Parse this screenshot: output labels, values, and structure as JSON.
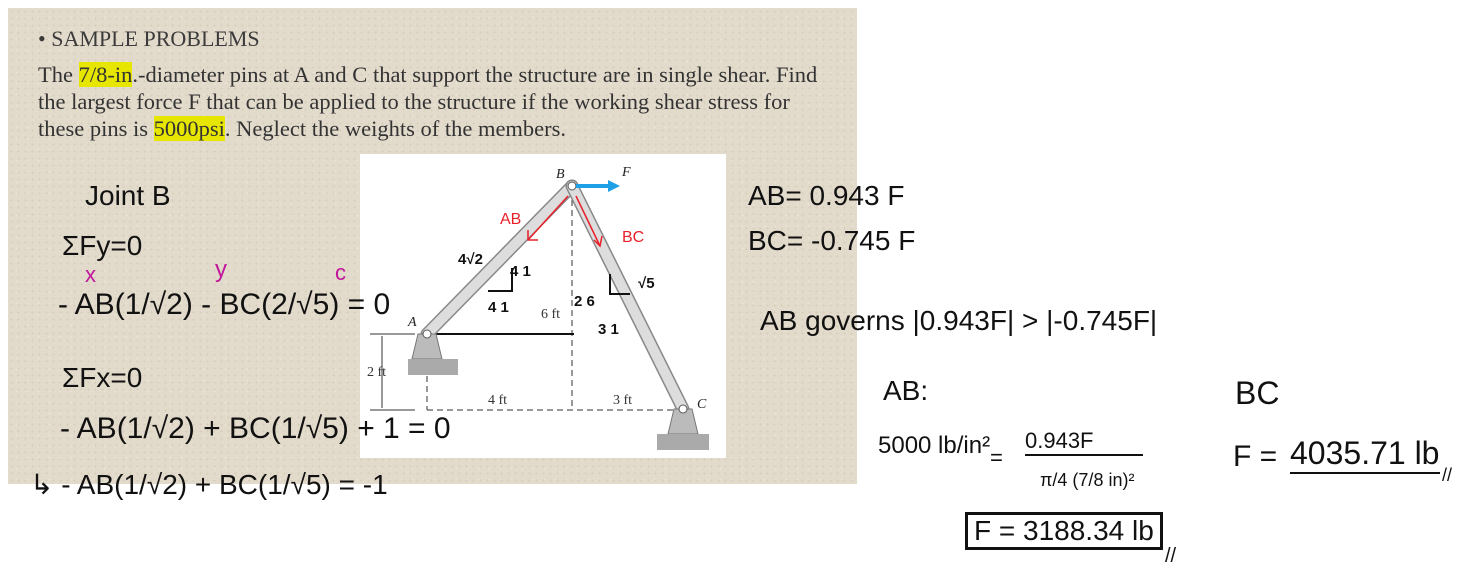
{
  "slide": {
    "bullet": "• SAMPLE PROBLEMS",
    "problem": {
      "p1": "The ",
      "h1": "7/8-in",
      "p2": ".-diameter pins at A and C that support the structure are in single shear. Find the largest force F that can be applied to the structure if the working shear stress for these pins is ",
      "h2": "5000psi",
      "p3": ". Neglect the weights of the members."
    },
    "highlight_color": "#e6e600"
  },
  "figure": {
    "labels": {
      "A": "A",
      "B": "B",
      "C": "C",
      "F": "F",
      "h2": "2 ft",
      "h6": "6 ft",
      "w4": "4 ft",
      "w3": "3 ft"
    },
    "annotations": {
      "ab": "AB",
      "bc": "BC",
      "ab_len": "4√2",
      "ab_rise": "4 1",
      "ab_run": "4 1",
      "bc_len": "√5",
      "bc_rise": "2 6",
      "bc_run": "3 1"
    },
    "force_color": "#1ea0e6",
    "annotation_color": "#e8202a"
  },
  "notes": {
    "joint": "Joint B",
    "sum_fy": "ΣFy=0",
    "col_x": "x",
    "col_y": "y",
    "col_c": "c",
    "eq_y": "- AB(1/√2) - BC(2/√5) = 0",
    "sum_fx": "ΣFx=0",
    "eq_x": "- AB(1/√2) + BC(1/√5) + 1 = 0",
    "eq_x2": "↳ - AB(1/√2) + BC(1/√5) = -1",
    "ab_result": "AB= 0.943 F",
    "bc_result": "BC= -0.745 F",
    "governs": "AB governs |0.943F| > |-0.745F|",
    "ab_head": "AB:",
    "ab_eq_lhs": "5000 lb/in²",
    "ab_eq_eq": "=",
    "ab_eq_num": "0.943F",
    "ab_eq_den": "π/4 (7/8 in)²",
    "ab_answer": "F = 3188.34 lb",
    "ab_mark": "//",
    "bc_head": "BC",
    "bc_answer_label": "F =",
    "bc_answer": "4035.71 lb",
    "bc_mark": "//"
  }
}
